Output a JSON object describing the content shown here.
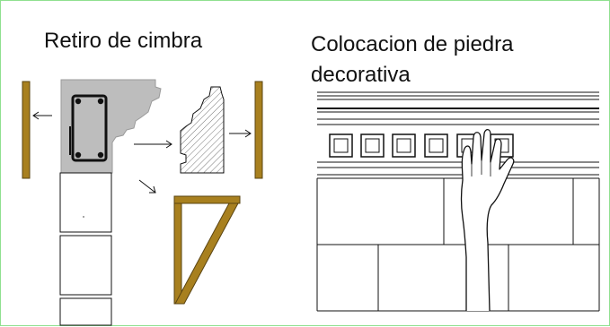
{
  "left_panel": {
    "title": "Retiro de cimbra"
  },
  "right_panel": {
    "title_line1": "Colocacion de piedra",
    "title_line2": "decorativa"
  },
  "colors": {
    "frame_border": "#8fe08f",
    "wood": "#a8801f",
    "wood_outline": "#5a4412",
    "concrete": "#bdbdbd",
    "line": "#111111"
  }
}
